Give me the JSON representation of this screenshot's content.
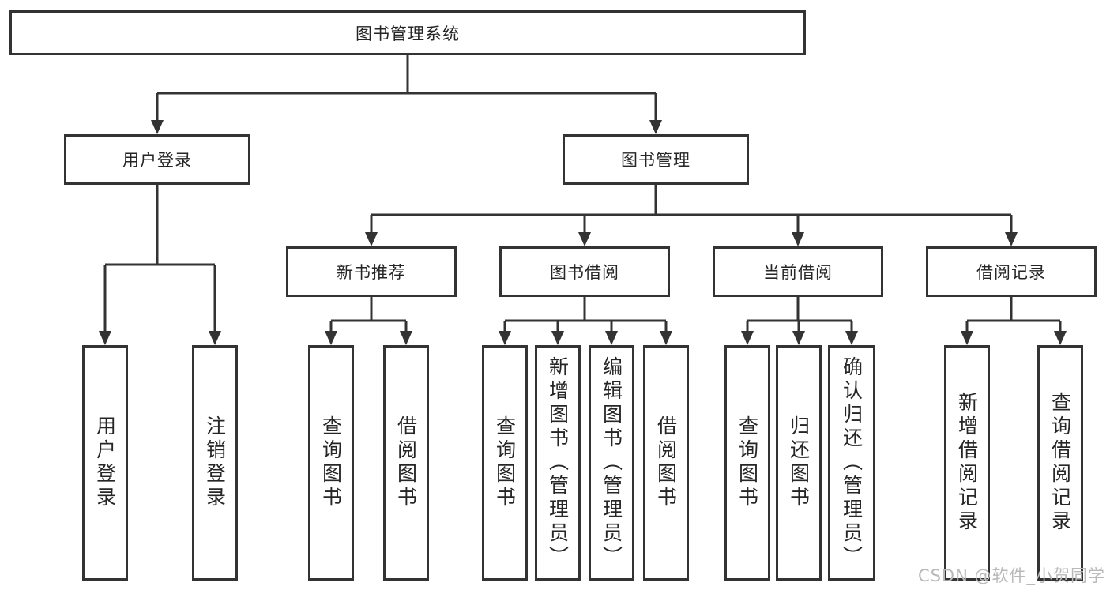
{
  "diagram": {
    "title": "图书管理系统",
    "root": {
      "label": "图书管理系统"
    },
    "level2": [
      {
        "label": "用户登录"
      },
      {
        "label": "图书管理"
      }
    ],
    "level3": [
      {
        "label": "新书推荐"
      },
      {
        "label": "图书借阅"
      },
      {
        "label": "当前借阅"
      },
      {
        "label": "借阅记录"
      }
    ],
    "leaves": {
      "user_login": [
        "用户登录",
        "注销登录"
      ],
      "recommend": [
        "查询图书",
        "借阅图书"
      ],
      "borrow": [
        "查询图书",
        "新增图书（管理员）",
        "编辑图书（管理员）",
        "借阅图书"
      ],
      "current": [
        "查询图书",
        "归还图书",
        "确认归还（管理员）"
      ],
      "records": [
        "新增借阅记录",
        "查询借阅记录"
      ]
    }
  },
  "watermark": "CSDN @软件_小贺同学",
  "colors": {
    "line": "#333333",
    "text": "#262626",
    "background": "#ffffff",
    "watermark": "#b9b9b9"
  }
}
